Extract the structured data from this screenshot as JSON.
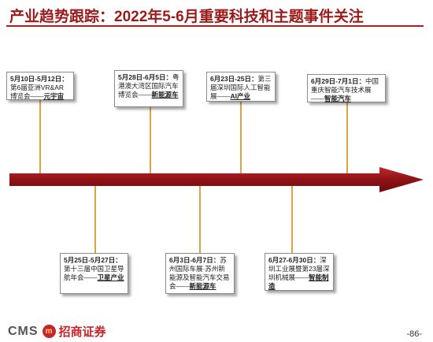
{
  "title": "产业趋势跟踪：2022年5-6月重要科技和主题事件关注",
  "events_top": [
    {
      "date": "5月10日-5月12日：",
      "desc": "第6届亚洲VR&AR博览会——",
      "topic": "元宇宙"
    },
    {
      "date": "5月28日-6月5日：",
      "desc": "粤港澳大湾区国际汽车博览会——",
      "topic": "新能源车"
    },
    {
      "date": "6月23日-25日：",
      "desc": "第三届深圳国际人工智能展——",
      "topic": "AI产业"
    },
    {
      "date": "6月29日-7月1日：",
      "desc": "中国重庆智能汽车技术展——",
      "topic": "智能汽车"
    }
  ],
  "events_bottom": [
    {
      "date": "5月25日-5月27日：",
      "desc": "第十三届中国卫星导航年会——",
      "topic": "卫星产业"
    },
    {
      "date": "6月3日-6月7日：",
      "desc": "苏州国际车展·苏州新能源及智能汽车交易会——",
      "topic": "新能源车"
    },
    {
      "date": "6月27-6月30日：",
      "desc": "深圳工业展暨第23届深圳机械展——",
      "topic": "智能制造"
    }
  ],
  "footer": {
    "cms": "CMS",
    "logo_char": "m",
    "brand": "招商证券",
    "page": "-86-"
  },
  "colors": {
    "arrow": "#a3181b",
    "connector": "#d9a441",
    "title": "#9b1b1b"
  }
}
